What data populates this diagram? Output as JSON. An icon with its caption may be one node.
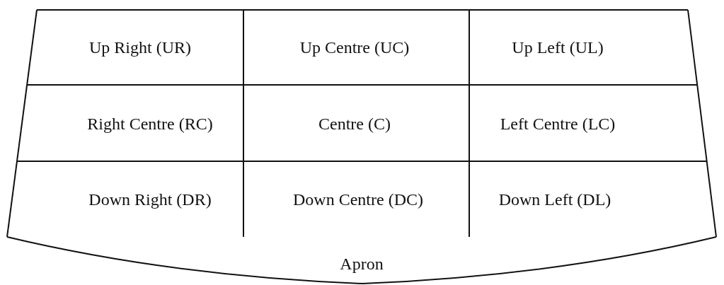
{
  "diagram": {
    "nodes": [
      {
        "text": [
          "Up Right (UR)"
        ]
      },
      {
        "text": [
          "Up Centre (UC)"
        ]
      },
      {
        "text": [
          "Up Left (UL)"
        ]
      },
      {
        "text": [
          "Right Centre (RC)"
        ]
      },
      {
        "text": [
          "Centre (C)"
        ]
      },
      {
        "text": [
          "Left Centre (LC)"
        ]
      },
      {
        "text": [
          "Down Right (DR)"
        ]
      },
      {
        "text": [
          "Down Centre (DC)"
        ]
      },
      {
        "text": [
          "Down Left (DL)"
        ]
      },
      {
        "text": [
          "Apron"
        ]
      }
    ]
  }
}
